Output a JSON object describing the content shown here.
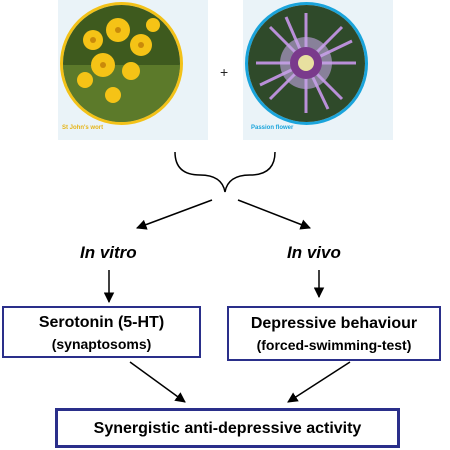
{
  "images": {
    "left_caption": "St John's wort",
    "right_caption": "Passion flower",
    "plus": "+"
  },
  "branches": {
    "left": "In vitro",
    "right": "In vivo"
  },
  "boxes": {
    "left_line1": "Serotonin (5-HT)",
    "left_line2": "(synaptosoms)",
    "right_line1": "Depressive behaviour",
    "right_line2": "(forced-swimming-test)",
    "bottom": "Synergistic anti-depressive activity"
  },
  "colors": {
    "box_border": "#2a2f8a",
    "yellow_ring": "#f3c218",
    "blue_ring": "#1aa4db"
  }
}
